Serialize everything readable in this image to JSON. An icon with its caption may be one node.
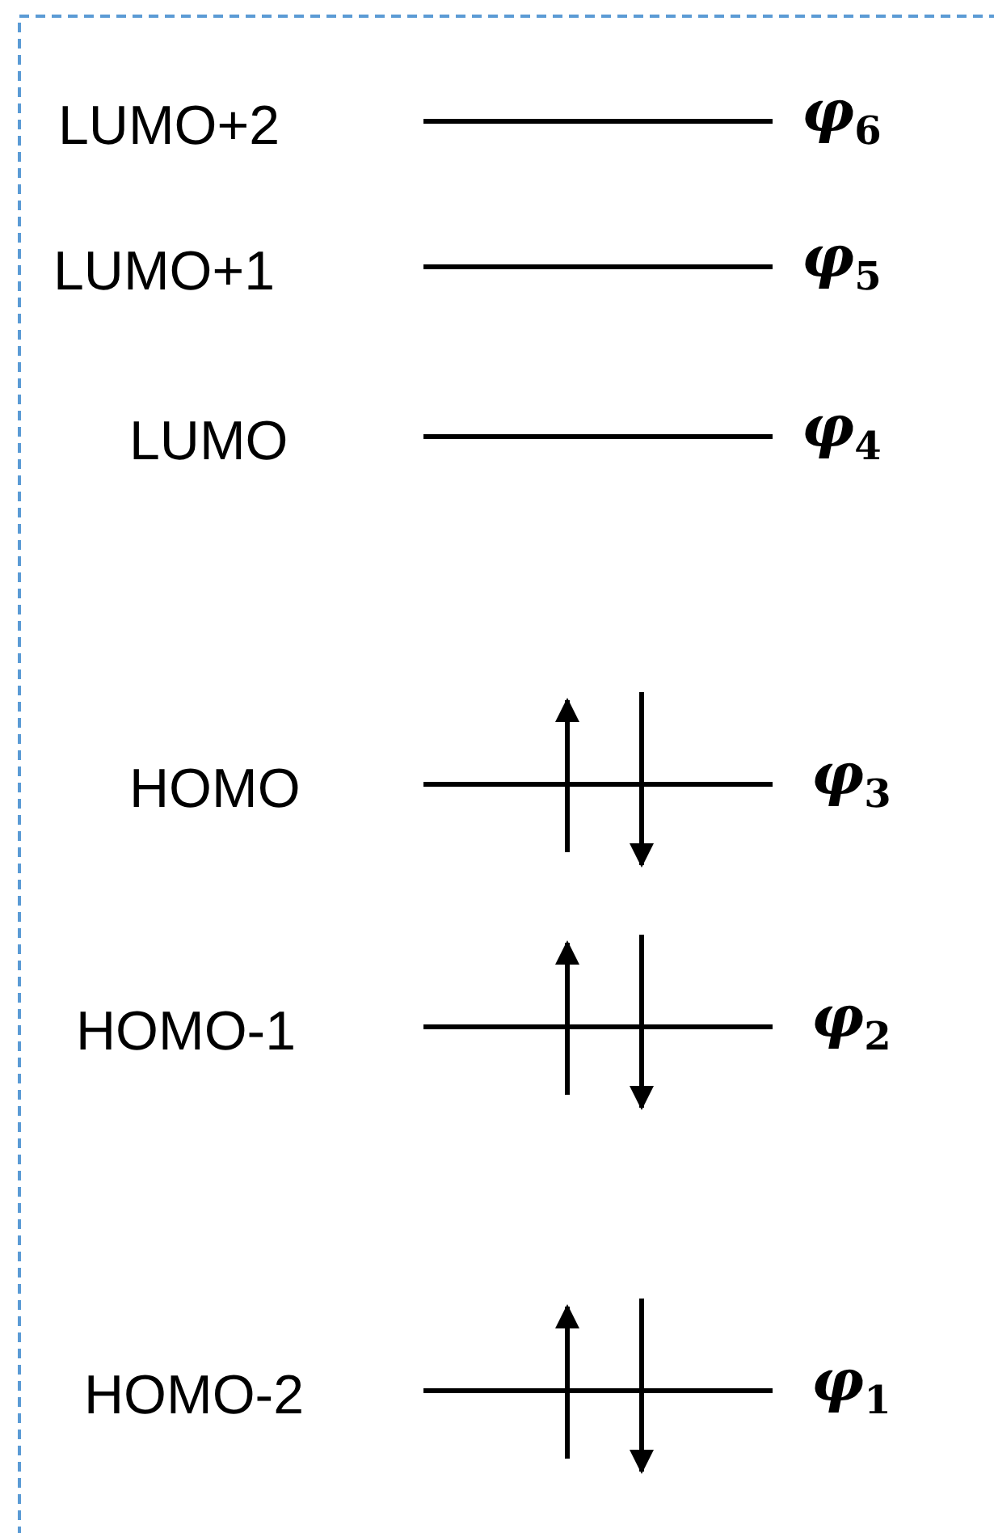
{
  "diagram": {
    "labels": [
      "LUMO+2",
      "φ$_{6}$",
      "LUMO+1",
      "φ$_{5}$",
      "LUMO",
      "φ$_{4}$",
      "HOMO",
      "φ$_{3}$",
      "HOMO-1",
      "φ$_{2}$",
      "HOMO-2",
      "φ$_{1}$"
    ]
  }
}
